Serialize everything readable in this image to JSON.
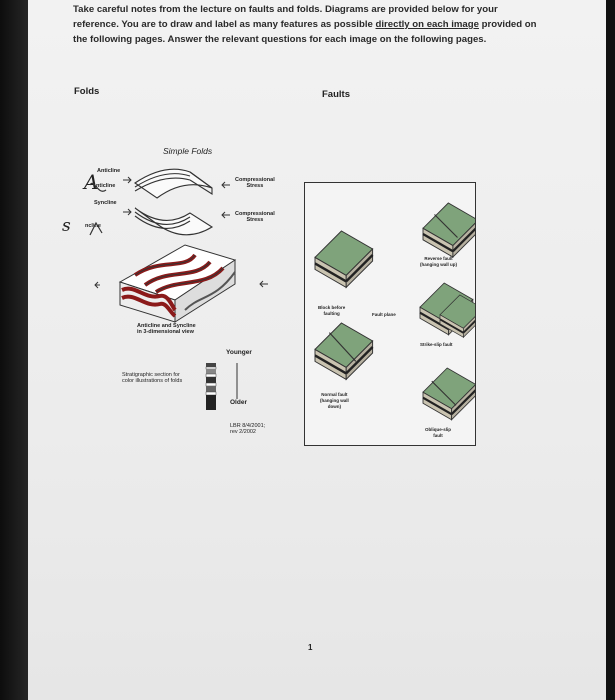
{
  "instructions": {
    "p1": "Take careful notes from the lecture on faults and folds. Diagrams are provided below for your reference. You are to draw and label as many features as possible ",
    "emph": "directly on each image",
    "p2": " provided on the following pages. Answer the relevant questions for each image on the following pages."
  },
  "sections": {
    "folds": "Folds",
    "faults": "Faults"
  },
  "folds": {
    "title": "Simple Folds",
    "anticline_label": "Anticline",
    "anticline_hand": "A",
    "anticline_hand_rest": "nticline",
    "syncline_label": "Syncline",
    "syncline_hand": "s",
    "syncline_hand_rest": "ncline",
    "stress1": "Compressional\nStress",
    "stress2": "Compressional\nStress",
    "block_caption": "Anticline and Syncline\nin 3-dimensional view",
    "strat_caption": "Stratigraphic section for\ncolor illustrations of folds",
    "younger": "Younger",
    "older": "Older",
    "credit": "LBR 8/4/2001;\nrev 2/2002"
  },
  "faults": {
    "reverse": "Reverse fault\n(hanging wall up)",
    "block_before": "Block before\nfaulting",
    "fault_plane": "Fault plane",
    "strike_slip": "Strike-slip fault",
    "normal": "Normal fault\n(hanging wall\ndown)",
    "oblique": "Oblique-slip\nfault"
  },
  "page_number": "1"
}
